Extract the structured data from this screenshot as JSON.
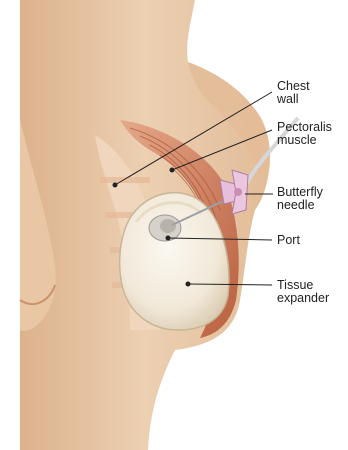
{
  "labels": {
    "chest_wall": "Chest\nwall",
    "pectoralis_muscle": "Pectoralis\nmuscle",
    "butterfly_needle": "Butterfly\nneedle",
    "port": "Port",
    "tissue_expander": "Tissue\nexpander"
  },
  "colors": {
    "skin": "#eac8a8",
    "skin_shadow": "#d9ae88",
    "muscle": "#c4714f",
    "muscle_light": "#e3a488",
    "expander": "#f3ece0",
    "needle": "#e3b8d6",
    "leader": "#222222"
  }
}
